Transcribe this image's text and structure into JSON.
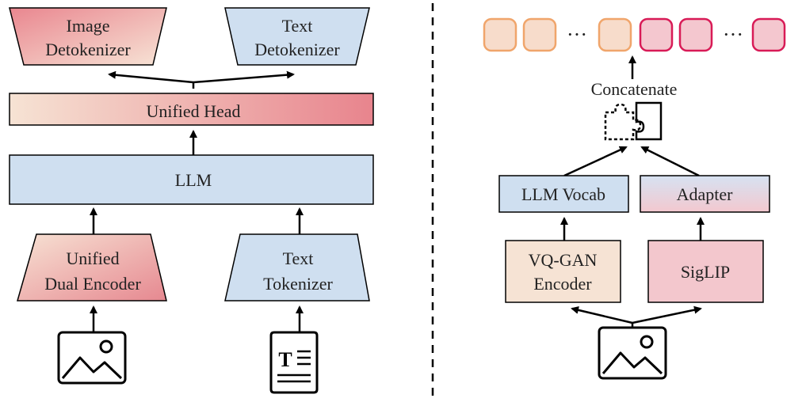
{
  "colors": {
    "blue": "#cfdff0",
    "pink": "#f3c7cd",
    "red": "#e68a92",
    "peach": "#f6e3d4",
    "token_orange_border": "#f0a56b",
    "token_orange_fill": "#f7dccb",
    "token_red_border": "#d81b57",
    "token_red_fill": "#f4c7cf"
  },
  "left": {
    "image_detokenizer": [
      "Image",
      "Detokenizer"
    ],
    "text_detokenizer": [
      "Text",
      "Detokenizer"
    ],
    "unified_head": "Unified Head",
    "llm": "LLM",
    "unified_dual_encoder": [
      "Unified",
      "Dual Encoder"
    ],
    "text_tokenizer": [
      "Text",
      "Tokenizer"
    ],
    "image_icon": "image-icon",
    "text_icon": "text-document-icon"
  },
  "right": {
    "tokens": {
      "ellipsis": "···",
      "group_a_style": "orange",
      "group_b_style": "red"
    },
    "concatenate": "Concatenate",
    "puzzle_icon": "puzzle-icon",
    "llm_vocab": "LLM Vocab",
    "adapter": "Adapter",
    "vqgan_encoder": [
      "VQ-GAN",
      "Encoder"
    ],
    "siglip": "SigLIP",
    "image_icon": "image-icon"
  }
}
